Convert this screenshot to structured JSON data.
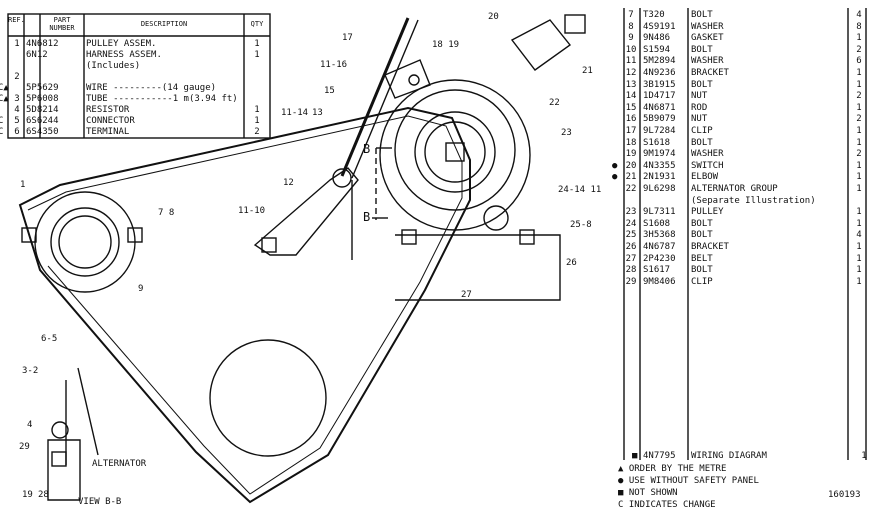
{
  "top_left_table": {
    "headers": {
      "ref_no": "REF. NO",
      "part_number": "PART NUMBER",
      "description": "DESCRIPTION",
      "qty": "QTY"
    },
    "rows": [
      {
        "mark": "",
        "ref": "1",
        "part": "4N6812",
        "desc": "PULLEY ASSEM.",
        "qty": "1"
      },
      {
        "mark": "",
        "ref": "",
        "part": "6N12",
        "desc": "HARNESS ASSEM.",
        "qty": "1"
      },
      {
        "mark": "",
        "ref": "",
        "part": "",
        "desc": "(Includes)",
        "qty": ""
      },
      {
        "mark": "",
        "ref": "2",
        "part": "",
        "desc": "",
        "qty": ""
      },
      {
        "mark": "C▲",
        "ref": "",
        "part": "5P5629",
        "desc": "WIRE ---------(14 gauge)",
        "qty": ""
      },
      {
        "mark": "C▲",
        "ref": "3",
        "part": "5P6008",
        "desc": "TUBE -----------1 m(3.94 ft)",
        "qty": ""
      },
      {
        "mark": "",
        "ref": "4",
        "part": "5D8214",
        "desc": "RESISTOR",
        "qty": "1"
      },
      {
        "mark": "C",
        "ref": "5",
        "part": "6S6244",
        "desc": "CONNECTOR",
        "qty": "1"
      },
      {
        "mark": "C",
        "ref": "6",
        "part": "6S4350",
        "desc": "TERMINAL",
        "qty": "2"
      }
    ]
  },
  "parts_list": {
    "rows": [
      {
        "mark": "",
        "ref": "7",
        "part": "T320",
        "desc": "BOLT",
        "qty": "4"
      },
      {
        "mark": "",
        "ref": "8",
        "part": "4S9191",
        "desc": "WASHER",
        "qty": "8"
      },
      {
        "mark": "",
        "ref": "9",
        "part": "9N486",
        "desc": "GASKET",
        "qty": "1"
      },
      {
        "mark": "",
        "ref": "10",
        "part": "S1594",
        "desc": "BOLT",
        "qty": "2"
      },
      {
        "mark": "",
        "ref": "11",
        "part": "5M2894",
        "desc": "WASHER",
        "qty": "6"
      },
      {
        "mark": "",
        "ref": "12",
        "part": "4N9236",
        "desc": "BRACKET",
        "qty": "1"
      },
      {
        "mark": "",
        "ref": "13",
        "part": "3B1915",
        "desc": "BOLT",
        "qty": "1"
      },
      {
        "mark": "",
        "ref": "14",
        "part": "1D4717",
        "desc": "NUT",
        "qty": "2"
      },
      {
        "mark": "",
        "ref": "15",
        "part": "4N6871",
        "desc": "ROD",
        "qty": "1"
      },
      {
        "mark": "",
        "ref": "16",
        "part": "5B9079",
        "desc": "NUT",
        "qty": "2"
      },
      {
        "mark": "",
        "ref": "17",
        "part": "9L7284",
        "desc": "CLIP",
        "qty": "1"
      },
      {
        "mark": "",
        "ref": "18",
        "part": "S1618",
        "desc": "BOLT",
        "qty": "1"
      },
      {
        "mark": "",
        "ref": "19",
        "part": "9M1974",
        "desc": "WASHER",
        "qty": "2"
      },
      {
        "mark": "●",
        "ref": "20",
        "part": "4N3355",
        "desc": "SWITCH",
        "qty": "1"
      },
      {
        "mark": "●",
        "ref": "21",
        "part": "2N1931",
        "desc": "ELBOW",
        "qty": "1"
      },
      {
        "mark": "",
        "ref": "22",
        "part": "9L6298",
        "desc": "ALTERNATOR GROUP",
        "qty": "1"
      },
      {
        "mark": "",
        "ref": "",
        "part": "",
        "desc": "(Separate Illustration)",
        "qty": ""
      },
      {
        "mark": "",
        "ref": "23",
        "part": "9L7311",
        "desc": "PULLEY",
        "qty": "1"
      },
      {
        "mark": "",
        "ref": "24",
        "part": "S1608",
        "desc": "BOLT",
        "qty": "1"
      },
      {
        "mark": "",
        "ref": "25",
        "part": "3H5368",
        "desc": "BOLT",
        "qty": "4"
      },
      {
        "mark": "",
        "ref": "26",
        "part": "4N6787",
        "desc": "BRACKET",
        "qty": "1"
      },
      {
        "mark": "",
        "ref": "27",
        "part": "2P4230",
        "desc": "BELT",
        "qty": "1"
      },
      {
        "mark": "",
        "ref": "28",
        "part": "S1617",
        "desc": "BOLT",
        "qty": "1"
      },
      {
        "mark": "",
        "ref": "29",
        "part": "9M8406",
        "desc": "CLIP",
        "qty": "1"
      }
    ],
    "wiring": {
      "mark": "■",
      "part": "4N7795",
      "desc": "WIRING DIAGRAM",
      "qty": "1"
    }
  },
  "legend": [
    "▲ ORDER BY THE METRE",
    "● USE WITHOUT SAFETY PANEL",
    "■ NOT SHOWN",
    "C INDICATES CHANGE"
  ],
  "drawing_number": "160193",
  "callouts": {
    "c1": "1",
    "c78": "7  8",
    "c9": "9",
    "c1110": "11-10",
    "c1114": "11-14",
    "c13": "13",
    "c12": "12",
    "c15": "15",
    "c1116": "11-16",
    "c17": "17",
    "c1819": "18  19",
    "c20": "20",
    "c21": "21",
    "c22": "22",
    "c23": "23",
    "c241411": "24-14  11",
    "c258": "25-8",
    "c26": "26",
    "c27": "27",
    "cB1": "B",
    "cB2": "B",
    "c65": "6-5",
    "c32": "3-2",
    "c4": "4",
    "c29": "29",
    "c19": "19",
    "c28": "28"
  },
  "alternator_label": "ALTERNATOR",
  "view_label": "VIEW B-B"
}
